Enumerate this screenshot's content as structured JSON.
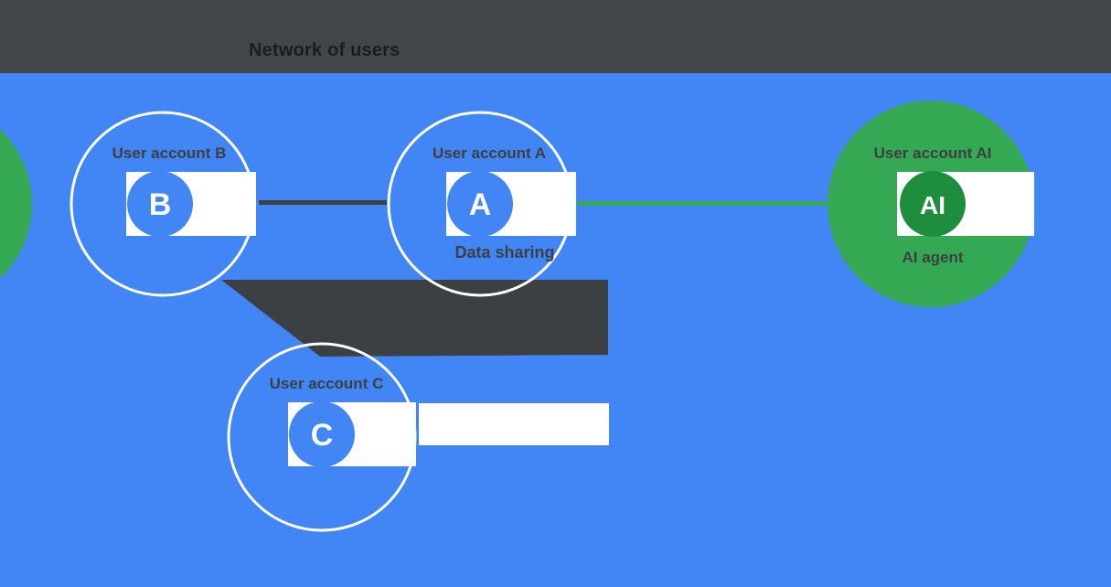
{
  "header": {
    "title": "Network of users"
  },
  "colors": {
    "background_blue": "#4285F4",
    "node_green": "#34A853",
    "node_green_dark": "#1E8E3E",
    "dark_gray": "#3C4043",
    "white": "#FFFFFF",
    "header_bar": "#434649"
  },
  "nodes": {
    "b": {
      "letter": "B",
      "label": "User account B"
    },
    "a": {
      "letter": "A",
      "label": "User account A"
    },
    "c": {
      "letter": "C",
      "label": "User account C"
    },
    "ai": {
      "letter": "AI",
      "label": "User account AI",
      "sublabel": "AI agent"
    }
  },
  "annotations": {
    "below_a": "Data sharing"
  },
  "connectors": {
    "b_to_a": "link-b-a",
    "a_to_ai": "link-a-ai",
    "funnel_to_c": "funnel-into-c"
  }
}
